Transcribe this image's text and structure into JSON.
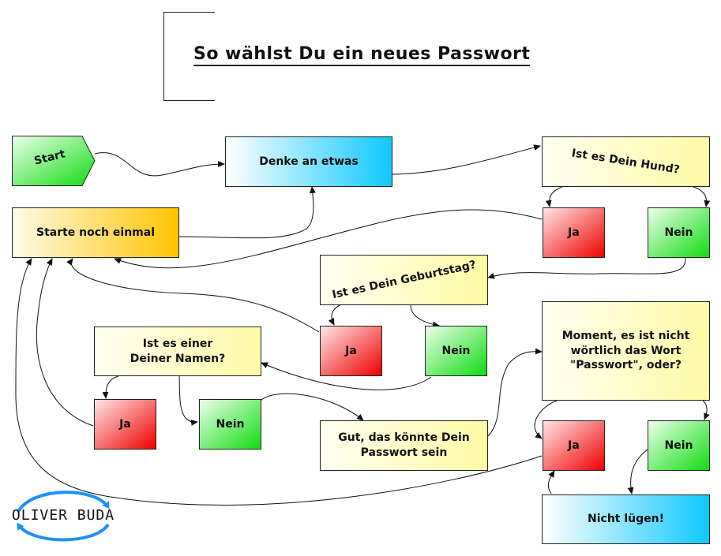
{
  "title": "So wählst Du ein neues Passwort",
  "nodes": {
    "start": "Start",
    "think": "Denke an etwas",
    "dog_q": "Ist es Dein Hund?",
    "dog_yes": "Ja",
    "dog_no": "Nein",
    "restart": "Starte noch einmal",
    "birthday_q": "Ist es Dein Geburtstag?",
    "birthday_yes": "Ja",
    "birthday_no": "Nein",
    "name_q": "Ist es einer\nDeiner Namen?",
    "name_yes": "Ja",
    "name_no": "Nein",
    "good": "Gut, das könnte Dein\nPasswort sein",
    "moment_q": "Moment, es ist nicht\nwörtlich das Wort\n\"Passwort\", oder?",
    "moment_yes": "Ja",
    "moment_no": "Nein",
    "no_lying": "Nicht lügen!"
  },
  "logo": {
    "text": "OLIVER BUDA",
    "color": "#1e90ff"
  },
  "colors": {
    "yellow": "#fffba6",
    "blue": "#10c8ff",
    "orange": "#ffc400",
    "red": "#ee0000",
    "green": "#12dc12"
  }
}
